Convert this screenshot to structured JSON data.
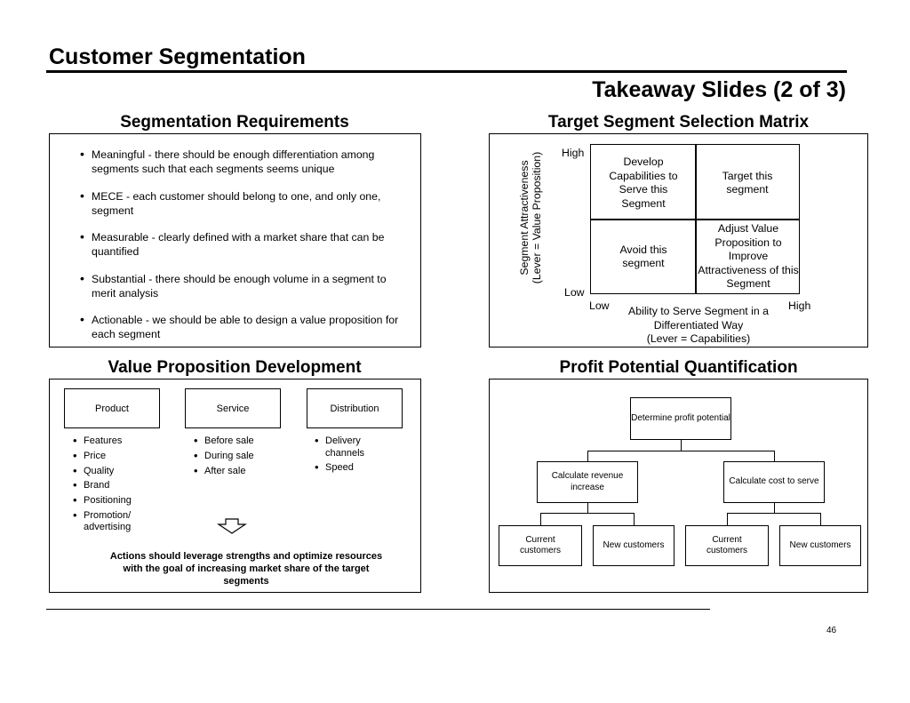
{
  "header": {
    "title": "Customer Segmentation",
    "subtitle": "Takeaway Slides (2 of 3)"
  },
  "requirements": {
    "heading": "Segmentation Requirements",
    "items": [
      "Meaningful - there should be enough differentiation among segments such that each segments seems unique",
      "MECE - each customer should belong to one, and only one, segment",
      "Measurable - clearly defined with a market share that can be quantified",
      "Substantial - there should be enough volume in a segment to merit analysis",
      "Actionable - we should be able to design a value proposition for each segment"
    ]
  },
  "matrix": {
    "heading": "Target Segment Selection Matrix",
    "y_label_1": "Segment Attractiveness",
    "y_label_2": "(Lever = Value Proposition)",
    "y_high": "High",
    "y_low": "Low",
    "x_low": "Low",
    "x_high": "High",
    "x_label_1": "Ability to Serve Segment in a",
    "x_label_2": "Differentiated Way",
    "x_label_3": "(Lever = Capabilities)",
    "top_left": "Develop Capabilities to Serve this Segment",
    "top_right": "Target this segment",
    "bottom_left": "Avoid this segment",
    "bottom_right": "Adjust Value Proposition to Improve Attractiveness of this Segment"
  },
  "value_prop": {
    "heading": "Value Proposition Development",
    "columns": [
      {
        "label": "Product",
        "items": [
          "Features",
          "Price",
          "Quality",
          "Brand",
          "Positioning",
          "Promotion/ advertising"
        ]
      },
      {
        "label": "Service",
        "items": [
          "Before sale",
          "During sale",
          "After sale"
        ]
      },
      {
        "label": "Distribution",
        "items": [
          "Delivery channels",
          "Speed"
        ]
      }
    ],
    "conclusion": "Actions should leverage strengths and optimize resources with the goal of increasing market share of the target segments"
  },
  "profit": {
    "heading": "Profit Potential Quantification",
    "root": "Determine profit potential",
    "revenue": "Calculate revenue increase",
    "cost": "Calculate cost to serve",
    "rev_current": "Current customers",
    "rev_new": "New customers",
    "cost_current": "Current customers",
    "cost_new": "New customers"
  },
  "footer": {
    "page_number": "46"
  }
}
